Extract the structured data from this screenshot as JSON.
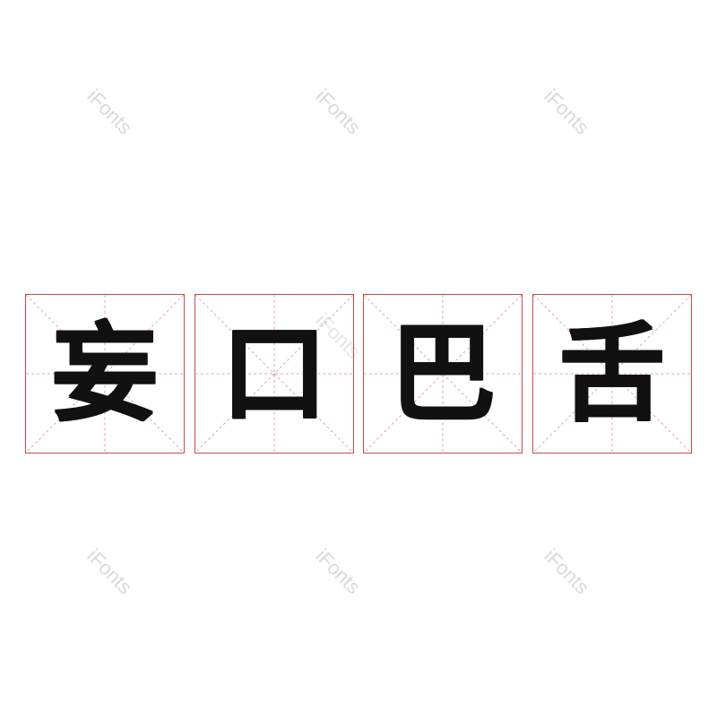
{
  "watermark": {
    "text": "iFonts"
  },
  "phrase": {
    "characters": [
      "妄",
      "口",
      "巴",
      "舌"
    ]
  },
  "colors": {
    "grid_line": "#c94a4a",
    "glyph": "#111111",
    "watermark": "#d9d9d9"
  }
}
